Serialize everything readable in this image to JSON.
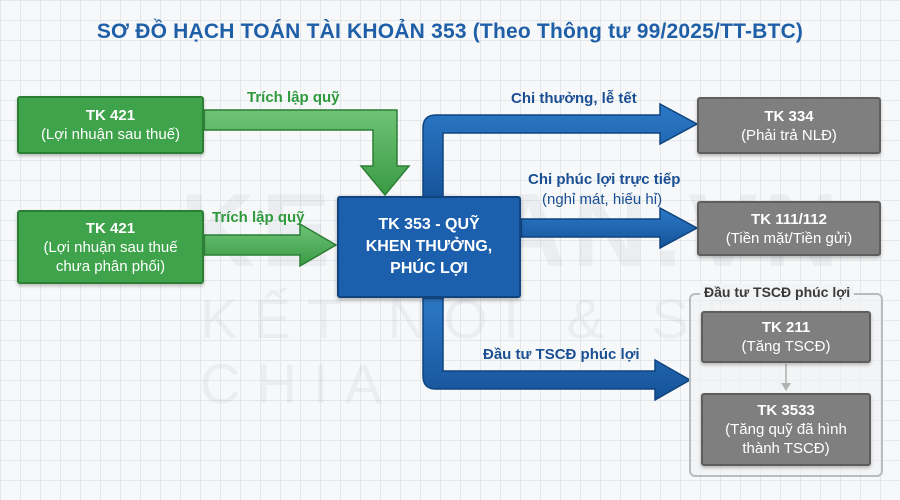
{
  "title": "SƠ ĐỒ HẠCH TOÁN TÀI KHOẢN 353 (Theo Thông tư 99/2025/TT-BTC)",
  "watermark": {
    "main": "KETOAN.VN",
    "sub": "KẾT NỐI & SẺ CHIA"
  },
  "nodes": {
    "tk421_a": {
      "code": "TK 421",
      "desc1": "(Lợi nhuận sau thuế)"
    },
    "tk421_b": {
      "code": "TK 421",
      "desc1": "(Lợi nhuận sau thuế",
      "desc2": "chưa phân phối)"
    },
    "tk353": {
      "line1": "TK 353 - QUỸ",
      "line2": "KHEN THƯỞNG,",
      "line3": "PHÚC LỢI"
    },
    "tk334": {
      "code": "TK 334",
      "desc1": "(Phải trả NLĐ)"
    },
    "tk111": {
      "code": "TK 111/112",
      "desc1": "(Tiền mặt/Tiền gửi)"
    },
    "tk211": {
      "code": "TK 211",
      "desc1": "(Tăng TSCĐ)"
    },
    "tk3533": {
      "code": "TK 3533",
      "desc1": "(Tăng quỹ đã hình",
      "desc2": "thành TSCĐ)"
    }
  },
  "labels": {
    "trich_lap_1": "Trích lập quỹ",
    "trich_lap_2": "Trích lập quỹ",
    "chi_thuong": "Chi thưởng, lễ tết",
    "chi_phuc_loi": "Chi phúc lợi trực tiếp",
    "chi_phuc_loi_sub": "(nghỉ mát, hiếu hỉ)",
    "dau_tu": "Đầu tư TSCĐ phúc lợi"
  },
  "group_title": "Đầu tư TSCĐ phúc lợi",
  "colors": {
    "green": "#3ea34a",
    "blue": "#1c60ad",
    "gray": "#7f7f7f",
    "title": "#1f5fa8"
  }
}
